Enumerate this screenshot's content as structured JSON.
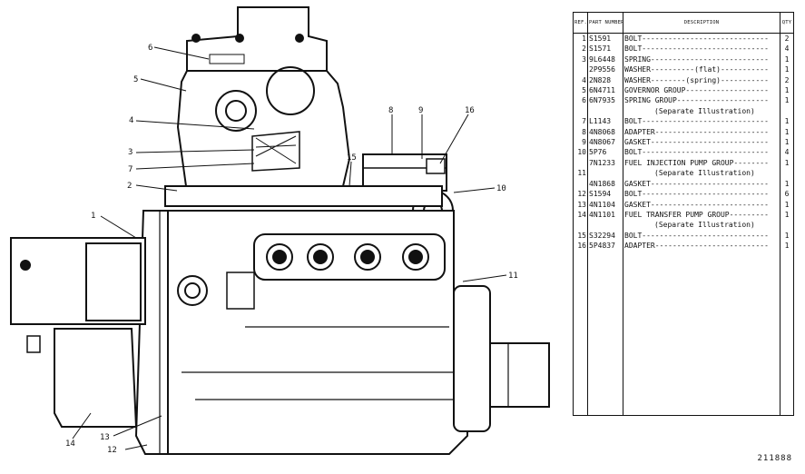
{
  "table": {
    "headers": {
      "ref": "REF. NO.",
      "part": "PART NUMBER",
      "desc": "DESCRIPTION",
      "qty": "QTY"
    },
    "rows": [
      {
        "ref": "1",
        "part": "S1591",
        "desc": "BOLT-----------------------------",
        "qty": "2"
      },
      {
        "ref": "2",
        "part": "S1571",
        "desc": "BOLT-----------------------------",
        "qty": "4"
      },
      {
        "ref": "3",
        "part": "9L6448",
        "desc": "SPRING---------------------------",
        "qty": "1"
      },
      {
        "ref": "",
        "part": "2P9556",
        "desc": "WASHER----------(flat)-----------",
        "qty": "1"
      },
      {
        "ref": "4",
        "part": "2N828",
        "desc": "WASHER--------(spring)-----------",
        "qty": "2"
      },
      {
        "ref": "5",
        "part": "6N4711",
        "desc": "GOVERNOR GROUP-------------------",
        "qty": "1"
      },
      {
        "ref": "6",
        "part": "6N7935",
        "desc": "SPRING GROUP---------------------",
        "qty": "1"
      },
      {
        "ref": "",
        "part": "",
        "desc": "(Separate Illustration)",
        "qty": "",
        "sub": true
      },
      {
        "ref": "7",
        "part": "L1143",
        "desc": "BOLT-----------------------------",
        "qty": "1"
      },
      {
        "ref": "8",
        "part": "4N8068",
        "desc": "ADAPTER--------------------------",
        "qty": "1"
      },
      {
        "ref": "9",
        "part": "4N8067",
        "desc": "GASKET---------------------------",
        "qty": "1"
      },
      {
        "ref": "10",
        "part": "5P76",
        "desc": "BOLT-----------------------------",
        "qty": "4"
      },
      {
        "ref": "",
        "part": "7N1233",
        "desc": "FUEL INJECTION PUMP GROUP--------",
        "qty": "1"
      },
      {
        "ref": "11",
        "part": "",
        "desc": "(Separate Illustration)",
        "qty": "",
        "sub": true
      },
      {
        "ref": "",
        "part": "4N1868",
        "desc": "GASKET---------------------------",
        "qty": "1"
      },
      {
        "ref": "12",
        "part": "S1594",
        "desc": "BOLT-----------------------------",
        "qty": "6"
      },
      {
        "ref": "13",
        "part": "4N1104",
        "desc": "GASKET---------------------------",
        "qty": "1"
      },
      {
        "ref": "14",
        "part": "4N1101",
        "desc": "FUEL TRANSFER PUMP GROUP---------",
        "qty": "1"
      },
      {
        "ref": "",
        "part": "",
        "desc": "(Separate Illustration)",
        "qty": "",
        "sub": true
      },
      {
        "ref": "15",
        "part": "S32294",
        "desc": "BOLT-----------------------------",
        "qty": "1"
      },
      {
        "ref": "16",
        "part": "5P4837",
        "desc": "ADAPTER--------------------------",
        "qty": "1"
      }
    ]
  },
  "callouts": [
    "1",
    "2",
    "3",
    "4",
    "5",
    "6",
    "7",
    "8",
    "9",
    "10",
    "11",
    "12",
    "13",
    "14",
    "15",
    "16"
  ],
  "figure_number": "211888"
}
